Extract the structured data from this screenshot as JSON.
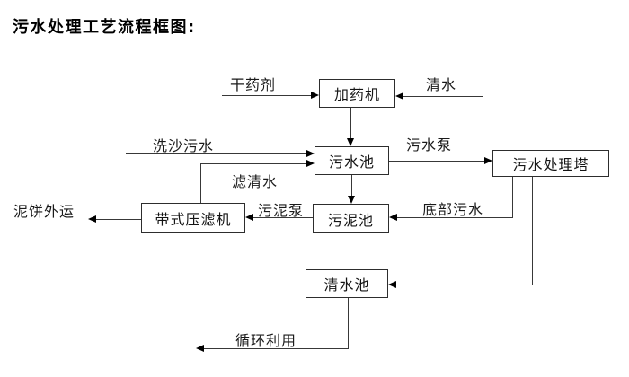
{
  "title": "污水处理工艺流程框图:",
  "nodes": {
    "dosing_machine": {
      "label": "加药机"
    },
    "sewage_pool": {
      "label": "污水池"
    },
    "treatment_tower": {
      "label": "污水处理塔"
    },
    "sludge_pool": {
      "label": "污泥池"
    },
    "belt_filter_press": {
      "label": "带式压滤机"
    },
    "clear_water_pool": {
      "label": "清水池"
    }
  },
  "edge_labels": {
    "dry_agent": "干药剂",
    "clear_water_in": "清水",
    "sand_washing_sewage": "洗沙污水",
    "sewage_pump": "污水泵",
    "filtered_clear_water": "滤清水",
    "mud_cake_outbound": "泥饼外运",
    "sludge_pump": "污泥泵",
    "bottom_sewage": "底部污水",
    "recycling_use": "循环利用"
  },
  "colors": {
    "background": "#ffffff",
    "line": "#383838",
    "arrow": "#000000",
    "text": "#1a1a1a"
  }
}
